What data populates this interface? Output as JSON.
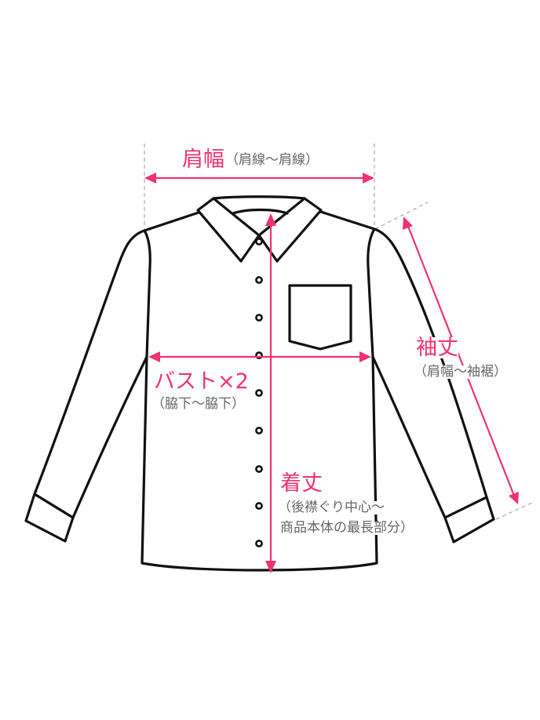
{
  "diagram": {
    "subject": "shirt-measurement-guide",
    "colors": {
      "accent": "#f0336c",
      "outline": "#111111",
      "guide": "#9a9a9a",
      "sub_text": "#666666",
      "background": "#ffffff"
    },
    "labels": {
      "shoulder_width": {
        "main": "肩幅",
        "sub": "（肩線〜肩線）"
      },
      "sleeve_length": {
        "main": "袖丈",
        "sub": "（肩幅〜袖裾）"
      },
      "bust": {
        "main": "バスト×2",
        "sub": "（脇下〜脇下）"
      },
      "length": {
        "main": "着丈",
        "sub_line1": "（後襟ぐり中心〜",
        "sub_line2": "商品本体の最長部分）"
      }
    },
    "buttons_count": 9
  }
}
